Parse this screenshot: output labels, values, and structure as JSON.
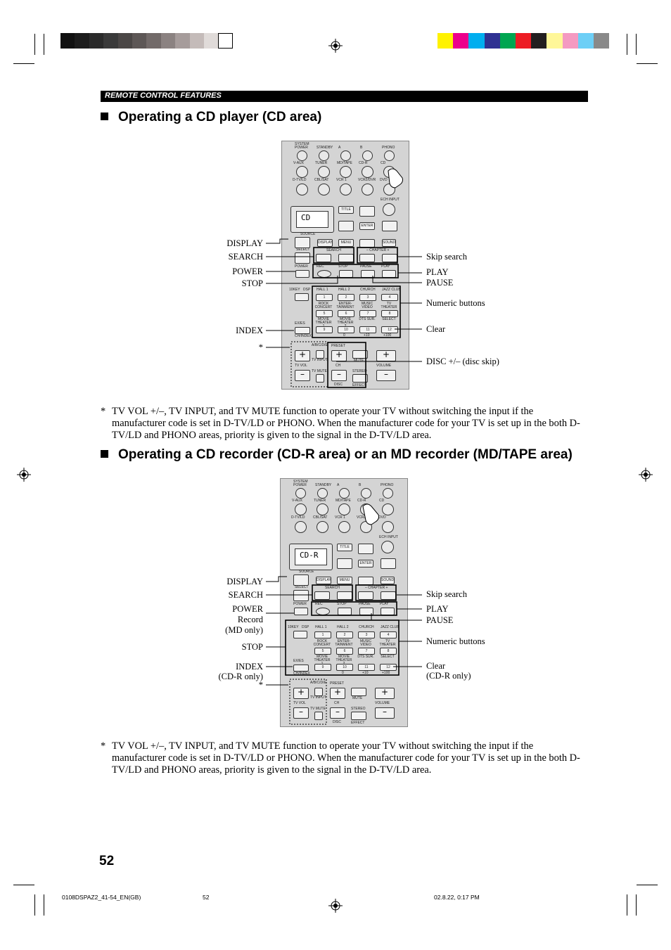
{
  "header": {
    "section_title": "REMOTE CONTROL FEATURES",
    "gray_swatches": [
      "#111111",
      "#1c1c1c",
      "#2b2b2b",
      "#3a3a3a",
      "#4b4746",
      "#5d5756",
      "#726a69",
      "#8b8281",
      "#a69c9b",
      "#c4bbb9",
      "#e0dbd9",
      "#ffffff"
    ],
    "color_swatches": [
      "#fff200",
      "#ec008c",
      "#00aeef",
      "#2e3192",
      "#00a651",
      "#ed1c24",
      "#231f20",
      "#fff799",
      "#f49ac1",
      "#6dcff6",
      "#898989"
    ]
  },
  "section1": {
    "heading": "Operating a CD player (CD area)",
    "display_text": "CD",
    "left_labels": [
      "DISPLAY",
      "SEARCH",
      "POWER",
      "STOP",
      "INDEX",
      "*"
    ],
    "right_labels": [
      "Skip search",
      "PLAY",
      "PAUSE",
      "Numeric buttons",
      "Clear",
      "DISC +/– (disc skip)"
    ],
    "note_marker": "*",
    "note": "TV VOL +/–, TV INPUT, and TV MUTE function to operate your TV without switching the input if the manufacturer code is set in D-TV/LD or PHONO. When the manufacturer code for your TV is set up in the both D-TV/LD and PHONO areas, priority is given to the signal in the D-TV/LD area."
  },
  "section2": {
    "heading": "Operating a CD recorder (CD-R area) or an MD recorder (MD/TAPE area)",
    "display_text": "CD-R",
    "left_labels": [
      "DISPLAY",
      "SEARCH",
      "POWER",
      "Record",
      "(MD only)",
      "STOP",
      "INDEX",
      "(CD-R only)",
      "*"
    ],
    "right_labels": [
      "Skip search",
      "PLAY",
      "PAUSE",
      "Numeric buttons",
      "Clear",
      "(CD-R only)"
    ],
    "note_marker": "*",
    "note": "TV VOL +/–, TV INPUT, and TV MUTE function to operate your TV without switching the input if the manufacturer code is set in D-TV/LD or PHONO. When the manufacturer code for your TV is set up in the both D-TV/LD and PHONO areas, priority is given to the signal in the D-TV/LD area."
  },
  "remote": {
    "row1": [
      "POWER",
      "STANDBY",
      "A",
      "B",
      "PHONO"
    ],
    "system_label": "SYSTEM",
    "row2": [
      "V-AUX",
      "TUNER",
      "MD/TAPE",
      "CD-R",
      "CD"
    ],
    "row3": [
      "D-TV/LD",
      "CBL/SAT",
      "VCR 1",
      "VCR2/DVR",
      "DVD"
    ],
    "ech_input": "ECH INPUT",
    "title": "TITLE",
    "enter": "ENTER",
    "source": "SOURCE",
    "select": "SELECT",
    "display": "DISPLAY",
    "menu": "MENU",
    "sound": "SOUND",
    "search": "SEARCH",
    "chapter": "–  CHAPTER  +",
    "transport": [
      "POWER",
      "REC",
      "STOP",
      "PAUSE",
      "PLAY"
    ],
    "tenkey": "10KEY",
    "dsp": "DSP",
    "hall_row": [
      "HALL 1",
      "HALL 2",
      "CHURCH",
      "JAZZ CLUB"
    ],
    "nums1": [
      "1",
      "2",
      "3",
      "4"
    ],
    "mode_row": [
      "ROCK CONCERT",
      "ENTER-TAINMENT",
      "MUSIC VIDEO",
      "TV THEATER"
    ],
    "nums2": [
      "5",
      "6",
      "7",
      "8"
    ],
    "movie_row": [
      "MOVIE THEATER 1",
      "MOVIE THEATER 2",
      "DTS SUR.",
      "SELECT"
    ],
    "nums3": [
      "9",
      "10",
      "11",
      "12"
    ],
    "exes": "EX/ES",
    "zero": "0",
    "plus10": "+10",
    "plus100": "+100",
    "chindex": "CH/INDEX",
    "abcde": "A/B/C/D/E",
    "preset": "PRESET",
    "tv_input": "TV INPUT",
    "tv_vol": "TV VOL",
    "tv_mute": "TV MUTE",
    "ch": "CH",
    "mute": "MUTE",
    "stereo": "STEREO",
    "volume": "VOLUME",
    "disc": "DISC",
    "effect": "EFFECT"
  },
  "footer": {
    "page_number": "52",
    "file_name": "0108DSPAZ2_41-54_EN(GB)",
    "file_page": "52",
    "timestamp": "02.8.22, 0:17 PM"
  }
}
